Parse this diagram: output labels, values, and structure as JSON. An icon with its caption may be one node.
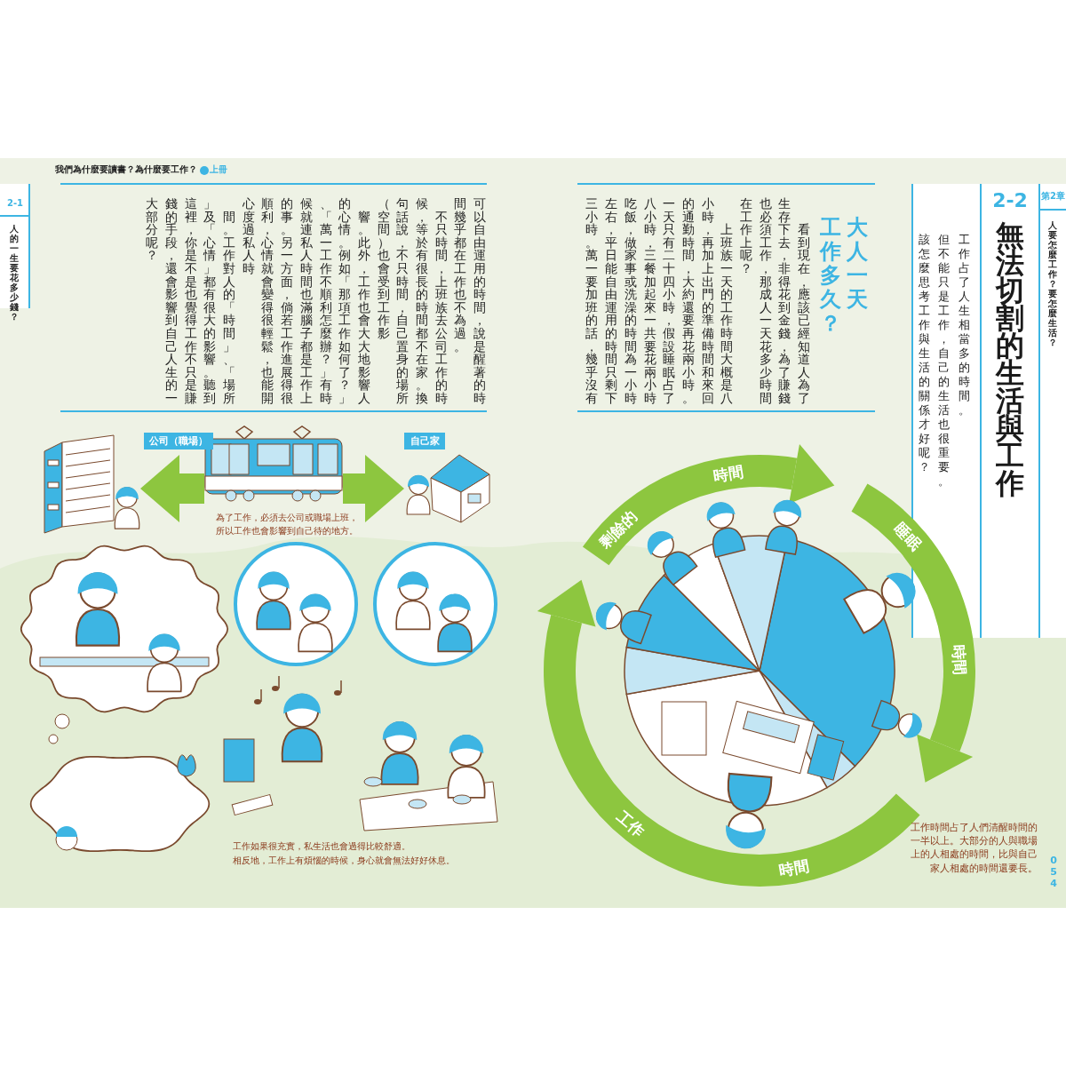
{
  "diagram": {
    "title": "無法切割的生活與工作",
    "nodes": [
      {
        "text": [],
        "shape": "picture"
      },
      {
        "text": [],
        "shape": "picture"
      },
      {
        "text": [],
        "shape": "picture"
      }
    ],
    "edges": [
      {
        "from": 1,
        "to": 0,
        "arrow": "to"
      },
      {
        "from": 1,
        "to": 2,
        "arrow": "to"
      }
    ],
    "labels": [
      "我們為什麼要讀書？為什麼要工作？",
      "上冊",
      "2-1",
      "人的一生要花多少錢？",
      "可以自由運用的時間，說是醒著的時間幾乎都在工作也不為過。不只時間，上班族去公司工作的時候，等於有很長的時間都不在家。換句話說，不只時間，自己置身的場所（空間）也會受到工作影響。此外，工作也會大大地影響人的心情。例如「那項工作如何了？」、「萬一工作不順利怎麼辦？」有時候就連私人時間也滿腦子都是工作上的事。另一方面，倘若工作進展得很順利，心情就會變得很輕鬆，也能開心度過私人時間。工作對人的「時間」、「場所」及「心情」都有很大的影響。聽到這裡，你是不是也覺得工作不只是賺錢的手段，還會影響到自己人生的一大部分呢？",
      "公司（職場）",
      "自己家",
      "為了工作，必須去公司或職場上班，所以工作也會影響到自己待的地方。",
      "工作如果很充實，私生活也會過得比較舒適。",
      "相反地，工作上有煩惱的時候，身心就會無法好好休息。",
      "大人一天工作多久？",
      "看到現在，應該已經知道人為了生存下去，非得花到金錢，為了賺錢也必須工作，那成人一天花多少時間在工作上呢？上班族一天的工作時間大概是八小時，再加上出門的準備時間和來回的通勤時間，大約還要再花兩小時。一天只有二十四小時，假設睡眠占了八小時，三餐加起來一共要花兩小時吃飯，做家事或洗澡的時間為一小時左右，平日能自由運用的時間只剩下三小時。萬一要加班的話，幾乎沒有",
      "2-2",
      "第2章",
      "人要怎麼工作？要怎麼生活？",
      "工作占了人生相當多的時間。",
      "但不能只是工作，自己的生活也很重要。",
      "該怎麼思考工作與生活的關係才好呢？",
      "剩餘的",
      "時間",
      "睡眠",
      "時間",
      "工作",
      "時間",
      "工作時間占了人們清醒時間的一半以上。大部分的人與職場上的人相處的時間，比與自己家人相處的時間還要長。",
      "054"
    ]
  }
}
